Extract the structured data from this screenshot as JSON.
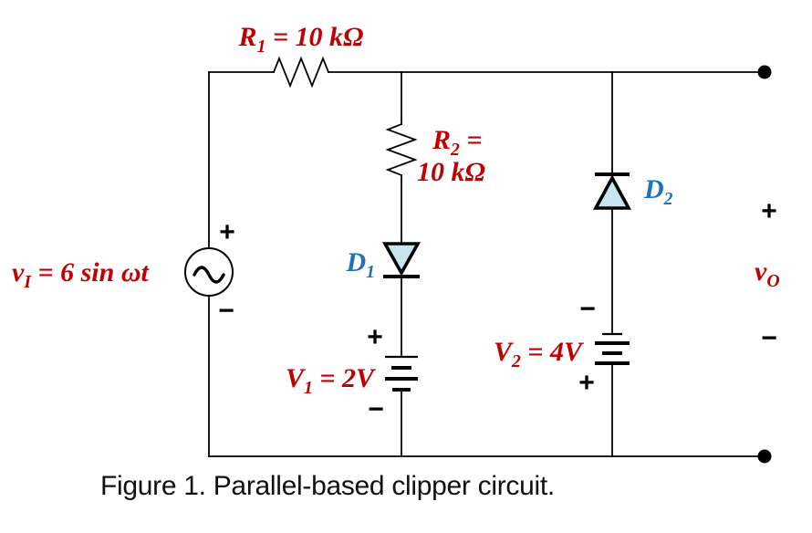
{
  "figure": {
    "caption": "Figure 1. Parallel-based clipper circuit."
  },
  "labels": {
    "r1": {
      "name": "R",
      "sub": "1",
      "value": " = 10 kΩ"
    },
    "r2": {
      "name": "R",
      "sub": "2",
      "value_line1": " =",
      "value_line2": "10 kΩ"
    },
    "d1": {
      "name": "D",
      "sub": "1"
    },
    "d2": {
      "name": "D",
      "sub": "2"
    },
    "v1": {
      "name": "V",
      "sub": "1",
      "value": " = 2V"
    },
    "v2": {
      "name": "V",
      "sub": "2",
      "value": " = 4V"
    },
    "vin": {
      "name": "v",
      "sub": "I",
      "value": " = 6 sin ωt"
    },
    "vout": {
      "name": "v",
      "sub": "O"
    }
  },
  "polarity": {
    "plus": "+",
    "minus": "−"
  },
  "colors": {
    "label_red": "#C00000",
    "label_blue": "#1F72B8",
    "diode_fill": "#C8E4EC",
    "wire_black": "#000000"
  }
}
